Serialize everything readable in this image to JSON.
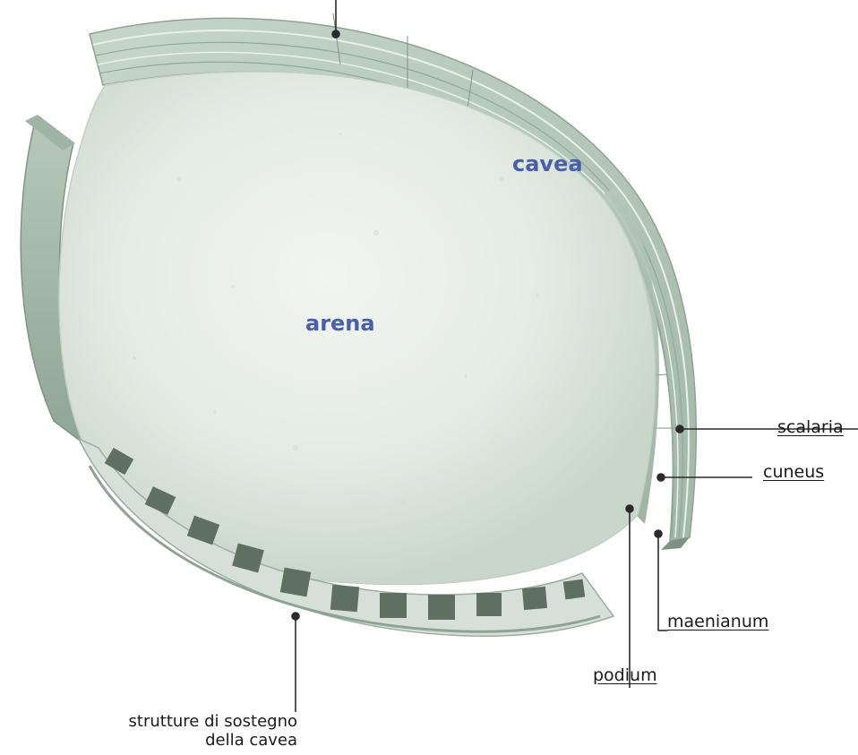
{
  "labels": {
    "cavea": "cavea",
    "arena": "arena",
    "scalaria": "scalaria",
    "cuneus": "cuneus",
    "maenianum": "maenianum",
    "podium": "podium",
    "supports_line1": "strutture di sostegno",
    "supports_line2": "della cavea"
  },
  "colors": {
    "inner_label": "#4a5fa8",
    "leader_line": "#2a2a2a",
    "stone_green": "#b9cdbf",
    "arena_sand": "#e6ece6"
  }
}
